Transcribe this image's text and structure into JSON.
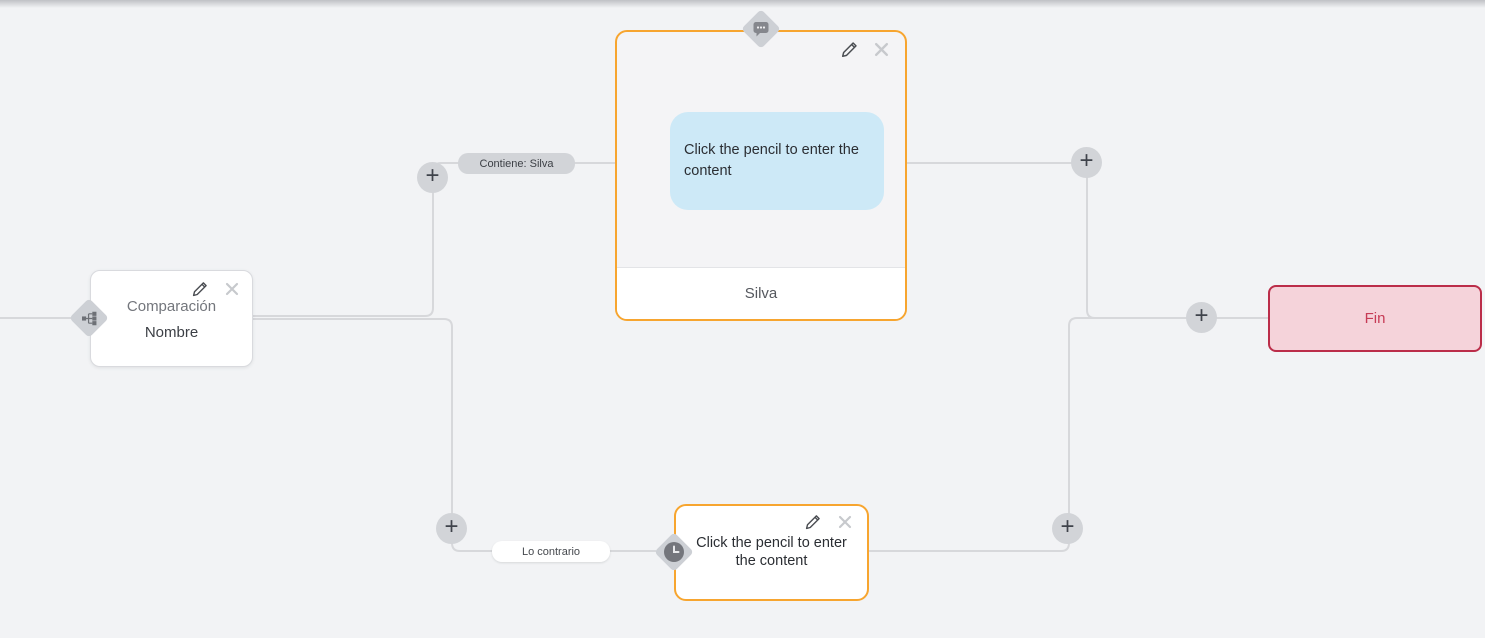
{
  "flow": {
    "condition_node": {
      "title": "Comparación",
      "subtitle": "Nombre"
    },
    "message_node": {
      "placeholder": "Click the pencil to enter the content",
      "footer_label": "Silva"
    },
    "delay_node": {
      "placeholder": "Click the pencil to enter the content"
    },
    "end_node": {
      "label": "Fin"
    },
    "edge_labels": {
      "true_branch": "Contiene: Silva",
      "false_branch": "Lo contrario"
    }
  },
  "controls": {
    "add_label": "+"
  },
  "colors": {
    "accent_orange": "#f7a52f",
    "end_border": "#bb2d49",
    "end_bg": "#f5d3da",
    "end_text": "#c63b55",
    "bubble_blue": "#cde9f7",
    "connector": "#d7d8db",
    "canvas_bg": "#f2f3f5"
  }
}
